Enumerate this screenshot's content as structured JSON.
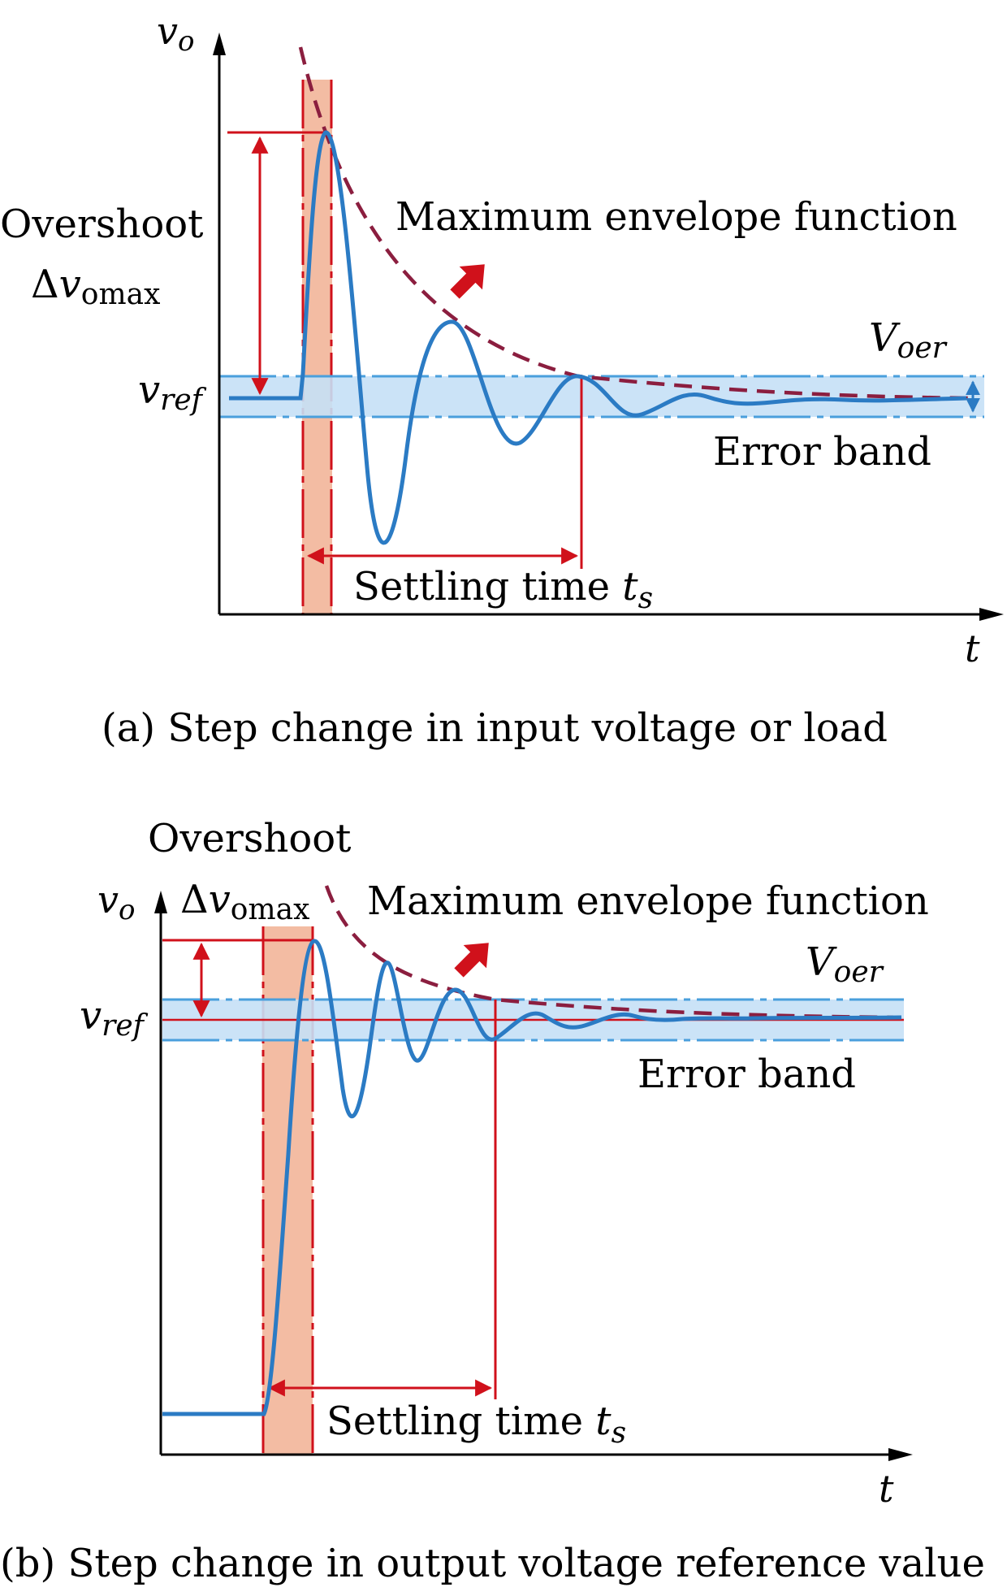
{
  "colors": {
    "axis": "#000000",
    "signal": "#2b7bc4",
    "envelope": "#8b1e3f",
    "guide": "#d0111b",
    "band_fill": "#c5e0f6",
    "band_edge": "#4a9fdc",
    "transient_fill": "#f3bca3",
    "arrow": "#d0111b"
  },
  "icons": {
    "envelope_direction": "arrow-up-right-icon",
    "band_width": "double-arrow-vertical-icon"
  },
  "panel_a": {
    "y_axis_label": {
      "main": "v",
      "sub": "o"
    },
    "x_axis_label": "t",
    "overshoot_label": "Overshoot",
    "overshoot_symbol": {
      "delta": "Δ",
      "main": "v",
      "sub": "omax"
    },
    "vref_label": {
      "main": "v",
      "sub": "ref"
    },
    "envelope_label": "Maximum envelope function",
    "voer_label": {
      "main": "V",
      "sub": "oer"
    },
    "error_band_label": "Error band",
    "settling_label": {
      "text": "Settling time ",
      "main": "t",
      "sub": "s"
    },
    "caption": "(a) Step change in input voltage or load"
  },
  "panel_b": {
    "y_axis_label": {
      "main": "v",
      "sub": "o"
    },
    "x_axis_label": "t",
    "overshoot_label": "Overshoot",
    "overshoot_symbol": {
      "delta": "Δ",
      "main": "v",
      "sub": "omax"
    },
    "vref_label": {
      "main": "v",
      "sub": "ref"
    },
    "envelope_label": "Maximum envelope function",
    "voer_label": {
      "main": "V",
      "sub": "oer"
    },
    "error_band_label": "Error band",
    "settling_label": {
      "text": "Settling time ",
      "main": "t",
      "sub": "s"
    },
    "caption": "(b) Step change in output voltage reference value"
  }
}
